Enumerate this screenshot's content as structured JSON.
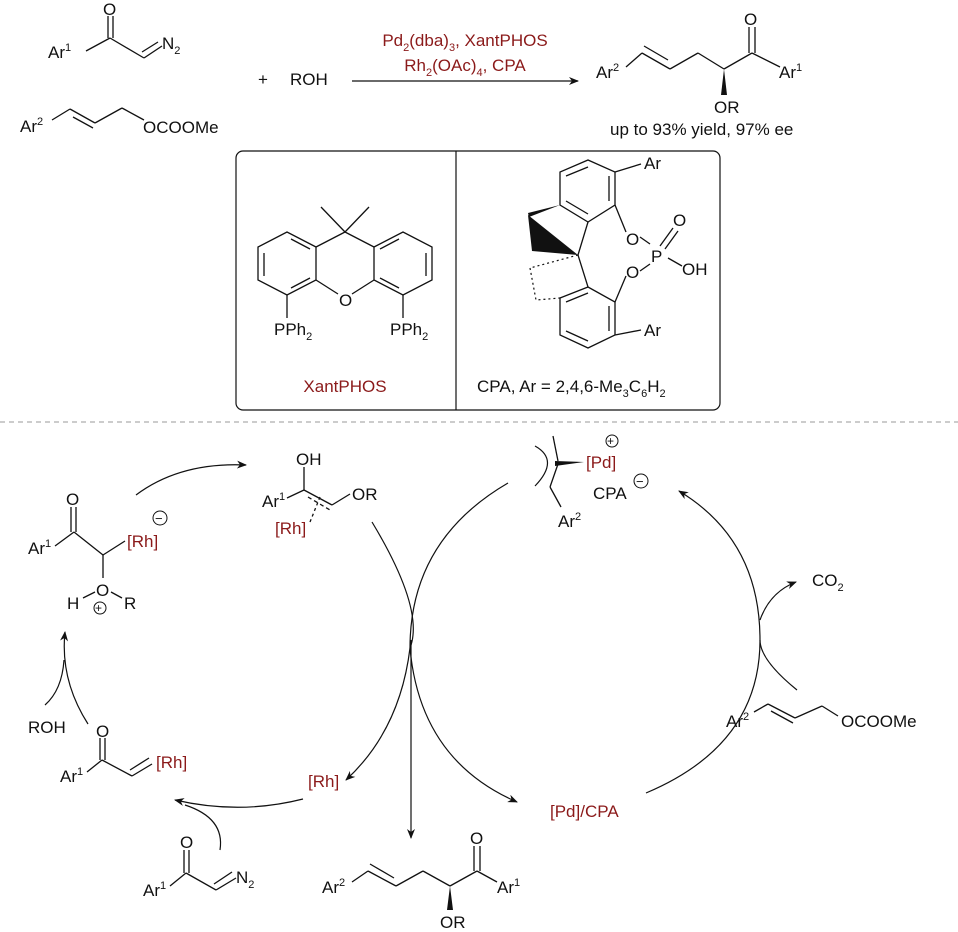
{
  "reaction": {
    "reactant_diazo": {
      "O": "O",
      "Ar": "Ar",
      "Ar_sup": "1",
      "N2": "N",
      "N2_sub": "2"
    },
    "reactant_carbonate": {
      "Ar": "Ar",
      "Ar_sup": "2",
      "group": "OCOOMe"
    },
    "plus": "+",
    "reagent_alcohol": "ROH",
    "conditions_line1": {
      "a": "Pd",
      "a_sub": "2",
      "b": "(dba)",
      "b_sub": "3",
      "c": ", XantPHOS"
    },
    "conditions_line2": {
      "a": "Rh",
      "a_sub": "2",
      "b": "(OAc)",
      "b_sub": "4",
      "c": ", CPA"
    },
    "product": {
      "Ar2": "Ar",
      "Ar2_sup": "2",
      "O": "O",
      "Ar1": "Ar",
      "Ar1_sup": "1",
      "OR": "OR"
    },
    "yield_note": "up to 93% yield, 97% ee"
  },
  "ligand_box": {
    "xantphos": {
      "O": "O",
      "PPh_left": "PPh",
      "PPh_right": "PPh",
      "sub": "2",
      "label": "XantPHOS"
    },
    "cpa": {
      "Ar_top": "Ar",
      "Ar_bottom": "Ar",
      "O1": "O",
      "O2": "O",
      "P": "P",
      "Oeq": "O",
      "OH": "OH",
      "label_a": "CPA,  Ar = 2,4,6-Me",
      "label_sub1": "3",
      "label_b": "C",
      "label_sub2": "6",
      "label_c": "H",
      "label_sub3": "2"
    }
  },
  "cycle": {
    "rh_ylide": {
      "O": "O",
      "Ar": "Ar",
      "Ar_sup": "1",
      "Rh": "[Rh]",
      "minus": "−",
      "O_center": "O",
      "H": "H",
      "plus": "+",
      "R": "R"
    },
    "enol": {
      "OH": "OH",
      "Ar": "Ar",
      "Ar_sup": "1",
      "OR": "OR",
      "Rh": "[Rh]"
    },
    "pi_allyl": {
      "Pd": "[Pd]",
      "plus": "+",
      "CPA": "CPA",
      "minus": "−",
      "Ar": "Ar",
      "Ar_sup": "2"
    },
    "co2": {
      "text": "CO",
      "sub": "2"
    },
    "carbonate": {
      "Ar": "Ar",
      "Ar_sup": "2",
      "group": "OCOOMe"
    },
    "pd_cpa": "[Pd]/CPA",
    "rh_cat": "[Rh]",
    "roh": "ROH",
    "rh_carbene": {
      "O": "O",
      "Ar": "Ar",
      "Ar_sup": "1",
      "Rh": "[Rh]"
    },
    "diazo": {
      "O": "O",
      "Ar": "Ar",
      "Ar_sup": "1",
      "N": "N",
      "sub": "2"
    },
    "product": {
      "Ar2": "Ar",
      "Ar2_sup": "2",
      "O": "O",
      "Ar1": "Ar",
      "Ar1_sup": "1",
      "OR": "OR"
    }
  },
  "colors": {
    "accent": "#8b1a1a",
    "ink": "#111111",
    "separator": "#9a9a9a"
  }
}
